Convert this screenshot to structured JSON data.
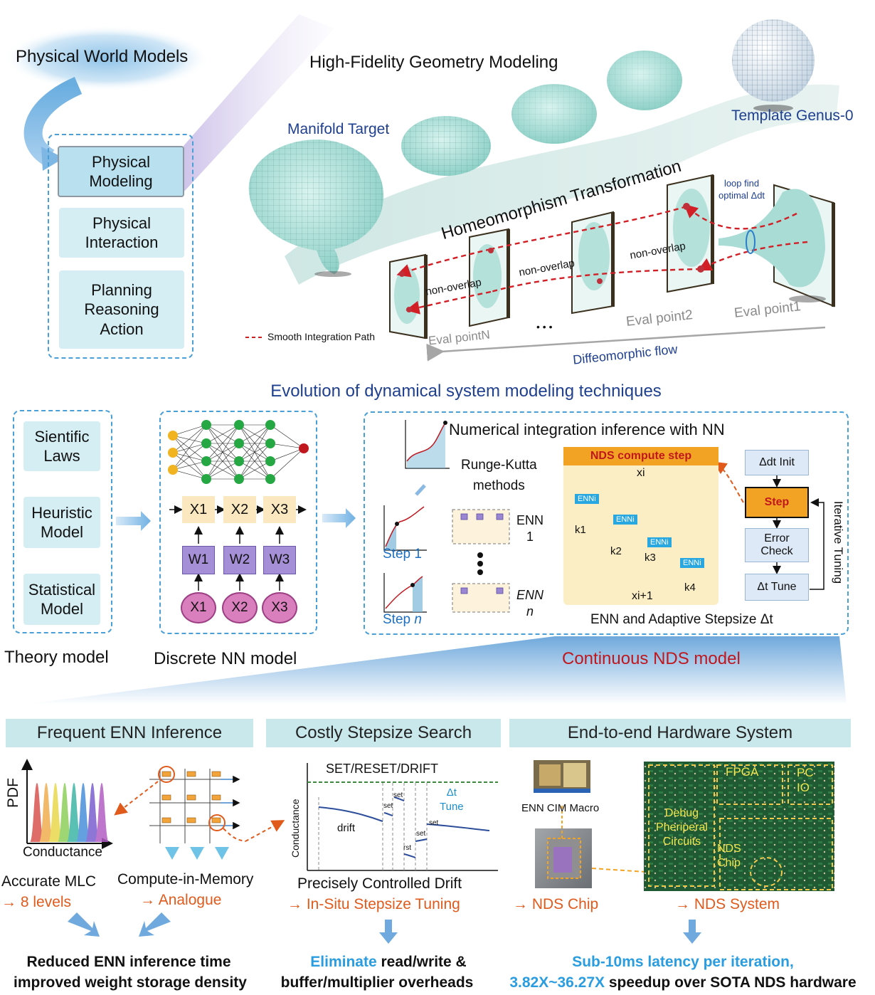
{
  "top": {
    "pwm_title": "Physical World Models",
    "hfgm_title": "High-Fidelity Geometry Modeling",
    "menu": [
      "Physical\nModeling",
      "Physical\nInteraction",
      "Planning\nReasoning\nAction"
    ],
    "manifold_target": "Manifold Target",
    "template_genus": "Template Genus-0",
    "homeo": "Homeomorphism Transformation",
    "loop_find": "loop find\noptimal Δdt",
    "non_overlap": [
      "non-overlap",
      "non-overlap",
      "non-overlap"
    ],
    "eval_points": [
      "Eval pointN",
      "Eval point2",
      "Eval point1"
    ],
    "dots": "• • •",
    "legend_path": "Smooth Integration Path",
    "diffeo": "Diffeomorphic flow"
  },
  "middle": {
    "title": "Evolution of dynamical system modeling techniques",
    "theory_items": [
      "Sientific\nLaws",
      "Heuristic\nModel",
      "Statistical\nModel"
    ],
    "theory_label": "Theory model",
    "x_nodes": [
      "X1",
      "X2",
      "X3"
    ],
    "w_nodes": [
      "W1",
      "W2",
      "W3"
    ],
    "in_nodes": [
      "X1",
      "X2",
      "X3"
    ],
    "discrete_label": "Discrete NN model",
    "numint_title": "Numerical integration inference with NN",
    "rk": "Runge-Kutta\nmethods",
    "step1": "Step 1",
    "stepn_prefix": "Step ",
    "stepn_var": "n",
    "enn1": "ENN\n1",
    "ennn": "ENN\nn",
    "nds_step_title": "NDS compute step",
    "xi": "xi",
    "xi1": "xi+1",
    "k_labels": [
      "k1",
      "k2",
      "k3",
      "k4"
    ],
    "enni": "ENNi",
    "flow": [
      "Δdt Init",
      "Step",
      "Error\nCheck",
      "Δt Tune"
    ],
    "iterative": "Iterative Tuning",
    "enn_adaptive": "ENN and Adaptive Stepsize Δt",
    "continuous_label": "Continuous NDS model"
  },
  "bottom": {
    "heads": [
      "Frequent ENN Inference",
      "Costly Stepsize Search",
      "End-to-end Hardware System"
    ],
    "pdf": "PDF",
    "conductance": "Conductance",
    "acc_mlc": "Accurate MLC",
    "eight_levels": "8 levels",
    "cim": "Compute-in-Memory",
    "analogue": "Analogue",
    "set_reset": "SET/RESET/DRIFT",
    "cond_axis": "Conductance",
    "drift": "drift",
    "dt_tune": "Δt\nTune",
    "set": "set",
    "rst": "rst",
    "precise": "Precisely Controlled Drift",
    "insitu": "In-Situ Stepsize Tuning",
    "enn_cim_macro": "ENN CIM Macro",
    "nds_chip": "NDS Chip",
    "nds_system": "NDS System",
    "fpga": "FPGA",
    "pc_io": "PC\nIO",
    "debug": "Debug\nPheriperal\nCircuits",
    "nds_chip_board": "NDS\nChip",
    "result1_a": "Reduced ENN inference time",
    "result1_b": "improved weight storage density",
    "result2_hi": "Eliminate",
    "result2_a": " read/write &",
    "result2_b": "buffer/multiplier overheads",
    "result3_a": "Sub-10ms latency per iteration,",
    "result3_hi": "3.82X~36.27X",
    "result3_b": " speedup over SOTA NDS hardware"
  }
}
